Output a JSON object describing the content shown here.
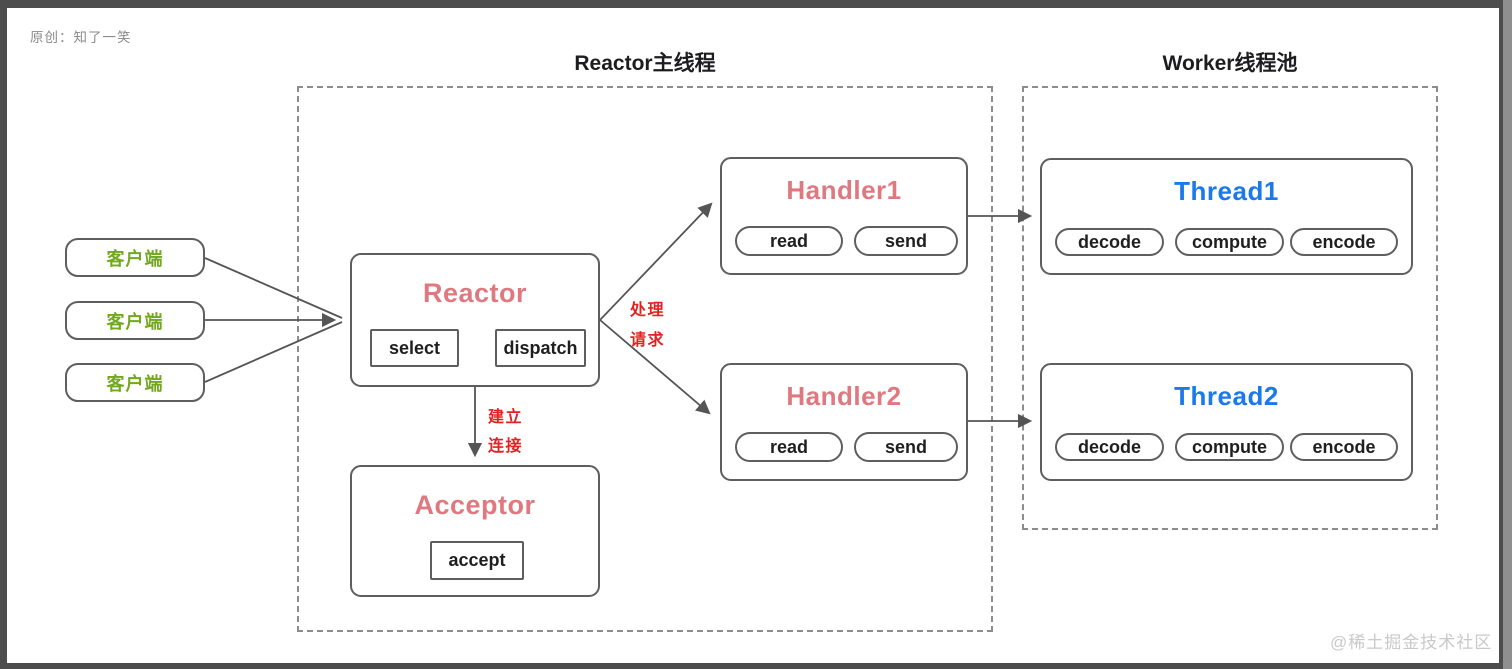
{
  "page": {
    "byline": "原创：知了一笑",
    "watermark": "@稀土掘金技术社区"
  },
  "sections": {
    "reactor_main": {
      "title": "Reactor主线程"
    },
    "worker_pool": {
      "title": "Worker线程池"
    }
  },
  "clients": {
    "labels": [
      "客户端",
      "客户端",
      "客户端"
    ]
  },
  "nodes": {
    "reactor": {
      "title": "Reactor",
      "ops": [
        "select",
        "dispatch"
      ]
    },
    "acceptor": {
      "title": "Acceptor",
      "ops": [
        "accept"
      ]
    },
    "handler1": {
      "title": "Handler1",
      "ops": [
        "read",
        "send"
      ]
    },
    "handler2": {
      "title": "Handler2",
      "ops": [
        "read",
        "send"
      ]
    },
    "thread1": {
      "title": "Thread1",
      "ops": [
        "decode",
        "compute",
        "encode"
      ]
    },
    "thread2": {
      "title": "Thread2",
      "ops": [
        "decode",
        "compute",
        "encode"
      ]
    }
  },
  "edge_labels": {
    "handle_request": {
      "line1": "处理",
      "line2": "请求"
    },
    "establish_connection": {
      "line1": "建立",
      "line2": "连接"
    }
  },
  "colors": {
    "node_title_salmon": "#e0797f",
    "thread_title_blue": "#1b79ea",
    "client_green": "#72a81d",
    "edge_label_red": "#e12222",
    "line_gray": "#5e5e5e",
    "dashed_gray": "#8d8d8d",
    "frame_dark": "#4d4d4d",
    "frame_light": "#8f8f8f",
    "watermark_gray": "#c9c9c9"
  }
}
